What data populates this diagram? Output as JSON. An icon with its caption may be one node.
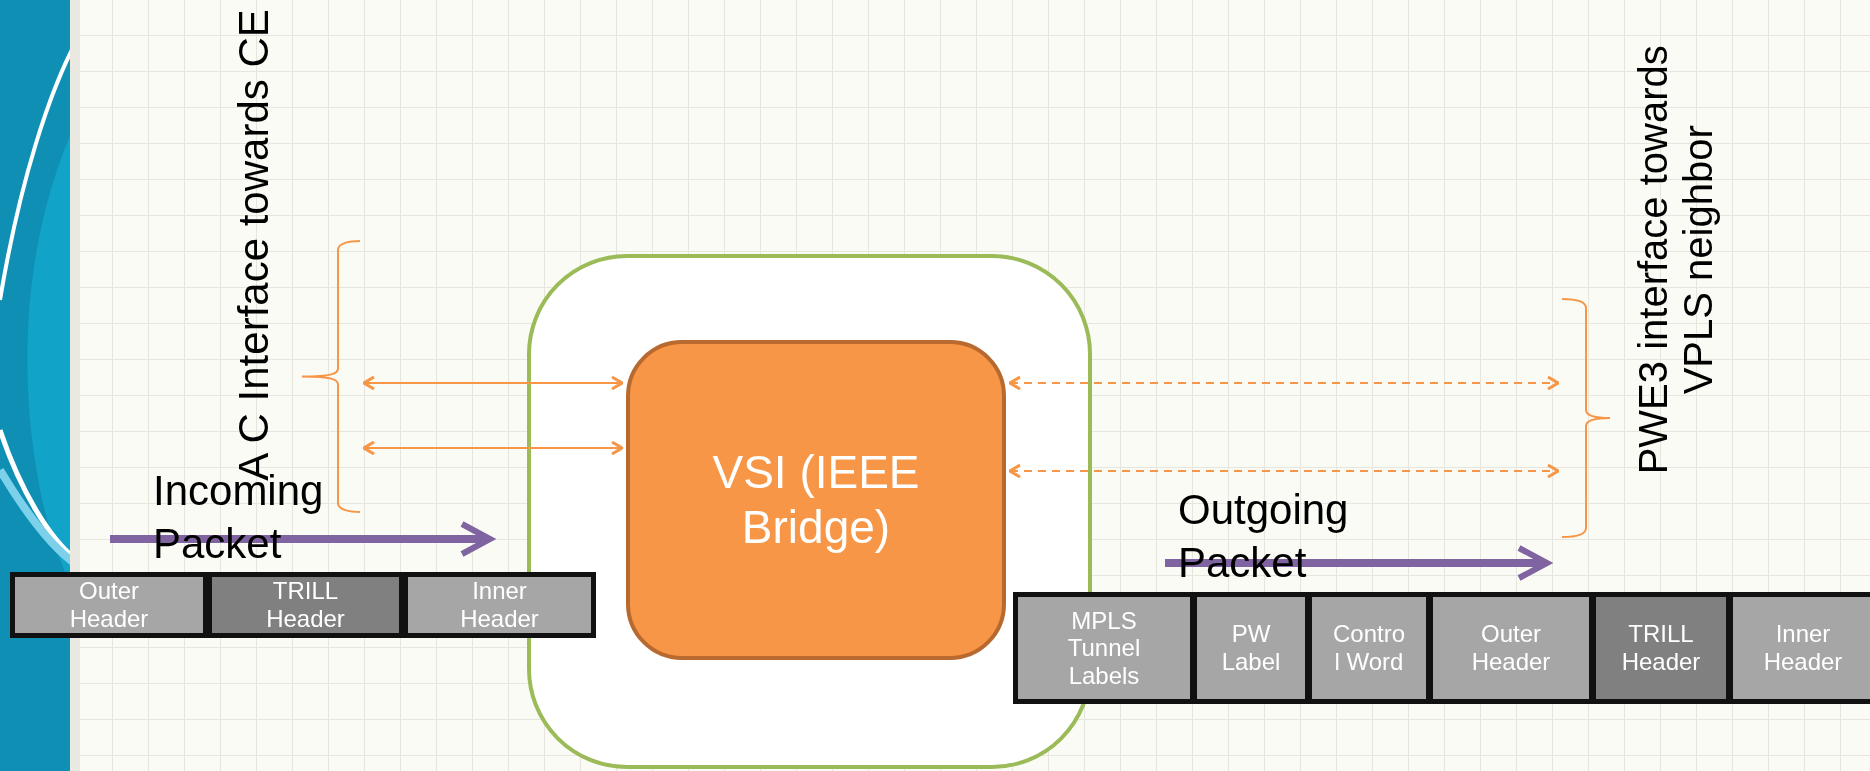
{
  "diagram": {
    "nodes": [
      {
        "text": [],
        "shape": "box"
      },
      {
        "text": [
          "VSI (IEEE Bridge)"
        ],
        "in": 0
      },
      {
        "text": [
          "Outer Header"
        ]
      },
      {
        "text": [
          "TRILL Header"
        ]
      },
      {
        "text": [
          "Inner Header"
        ]
      },
      {
        "text": [
          "MPLS Tunnel Labels"
        ]
      },
      {
        "text": [
          "PW Label"
        ]
      },
      {
        "text": [
          "Contro l Word"
        ]
      },
      {
        "text": [
          "Outer Header"
        ]
      },
      {
        "text": [
          "TRILL Header"
        ]
      },
      {
        "text": [
          "Inner Header"
        ]
      },
      {
        "text": [],
        "shape": "bracket"
      },
      {
        "text": [],
        "shape": "bracket"
      }
    ],
    "edges": [
      {
        "from": 11,
        "to": 1,
        "arrow": "both"
      },
      {
        "from": 11,
        "to": 1,
        "arrow": "both"
      },
      {
        "from": 1,
        "to": 12,
        "arrow": "both",
        "style": "dashed"
      },
      {
        "from": 1,
        "to": 12,
        "arrow": "both",
        "style": "dashed"
      }
    ],
    "labels": [
      "A C Interface towards CE",
      "PWE3 interface towards VPLS neighbor",
      "Incoming Packet",
      "Outgoing Packet"
    ]
  }
}
